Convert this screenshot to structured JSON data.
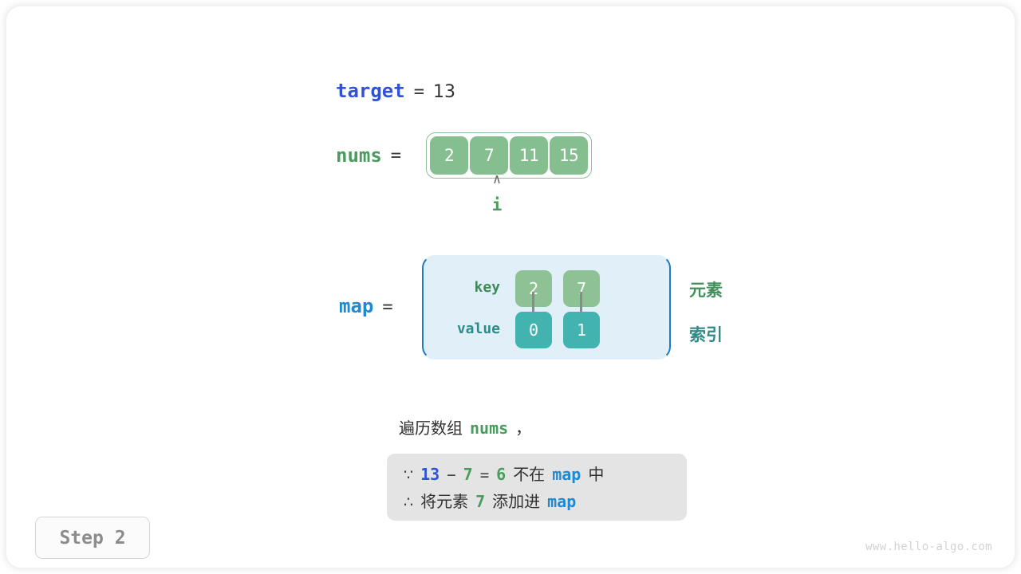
{
  "figure": {
    "step_label": "Step 2",
    "watermark": "www.hello-algo.com"
  },
  "target": {
    "name": "target",
    "equals": "=",
    "value": "13"
  },
  "nums": {
    "name": "nums",
    "equals": "=",
    "cells": [
      "2",
      "7",
      "11",
      "15"
    ],
    "pointer": {
      "caret": "∧",
      "label": "i",
      "index": 1
    }
  },
  "map": {
    "name": "map",
    "equals": "=",
    "row_labels": {
      "key": "key",
      "value": "value"
    },
    "entries": [
      {
        "key": "2",
        "value": "0"
      },
      {
        "key": "7",
        "value": "1"
      }
    ],
    "legend": {
      "key_meaning": "元素",
      "value_meaning": "索引"
    }
  },
  "caption": {
    "text_before": "遍历数组",
    "highlight": "nums",
    "punct": "，"
  },
  "note": {
    "line1": {
      "symbol": "∵",
      "a": "13",
      "op1": "−",
      "b": "7",
      "op2": "=",
      "c": "6",
      "text1": "不在",
      "var": "map",
      "text2": "中"
    },
    "line2": {
      "symbol": "∴",
      "text1": "将元素",
      "num": "7",
      "text2": "添加进",
      "var": "map"
    }
  },
  "colors": {
    "array_cell": "#85bf8f",
    "array_border": "#8cc195",
    "map_fill": "#e1eff9",
    "map_border": "#1f7bc4",
    "key_cell": "#8ec295",
    "value_cell": "#42b3ae",
    "accent_blue_dark": "#2f52d8",
    "accent_blue": "#1f8ad1",
    "accent_green": "#4a9c5d",
    "accent_teal": "#2f9490",
    "note_bg": "#e4e4e4"
  }
}
